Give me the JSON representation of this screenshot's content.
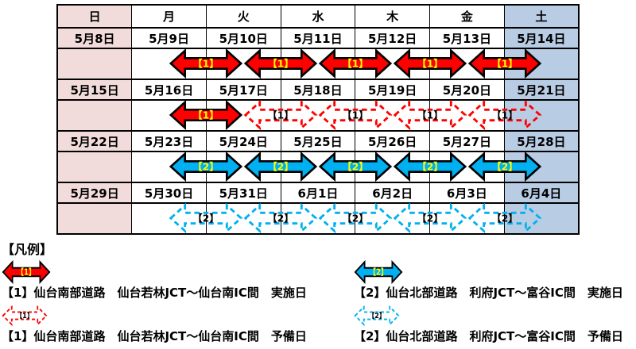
{
  "chart_data": {
    "type": "table",
    "day_headers": [
      "日",
      "月",
      "火",
      "水",
      "木",
      "金",
      "土"
    ],
    "weeks": [
      {
        "dates": [
          "5月8日",
          "5月9日",
          "5月10日",
          "5月11日",
          "5月12日",
          "5月13日",
          "5月14日"
        ],
        "arrows": [
          {
            "style": "solid",
            "color_name": "red",
            "label": "【1】",
            "boundary_cols": [
              2,
              3,
              4,
              5,
              6
            ]
          }
        ]
      },
      {
        "dates": [
          "5月15日",
          "5月16日",
          "5月17日",
          "5月18日",
          "5月19日",
          "5月20日",
          "5月21日"
        ],
        "arrows": [
          {
            "style": "solid",
            "color_name": "red",
            "label": "【1】",
            "boundary_cols": [
              2
            ]
          },
          {
            "style": "dashed",
            "color_name": "red",
            "label": "【1】",
            "boundary_cols": [
              3,
              4,
              5,
              6
            ]
          }
        ]
      },
      {
        "dates": [
          "5月22日",
          "5月23日",
          "5月24日",
          "5月25日",
          "5月26日",
          "5月27日",
          "5月28日"
        ],
        "arrows": [
          {
            "style": "solid",
            "color_name": "blue",
            "label": "【2】",
            "boundary_cols": [
              2,
              3,
              4,
              5,
              6
            ]
          }
        ]
      },
      {
        "dates": [
          "5月29日",
          "5月30日",
          "5月31日",
          "6月1日",
          "6月2日",
          "6月3日",
          "6月4日"
        ],
        "arrows": [
          {
            "style": "dashed",
            "color_name": "blue",
            "label": "【2】",
            "boundary_cols": [
              2,
              3,
              4,
              5,
              6
            ]
          }
        ]
      }
    ]
  },
  "legend": {
    "title": "【凡例】",
    "items": [
      {
        "style": "solid",
        "color_name": "red",
        "label": "【1】",
        "text": "【1】仙台南部道路　仙台若林JCT～仙台南IC間　実施日"
      },
      {
        "style": "dashed",
        "color_name": "red",
        "label": "【1】",
        "text": "【1】仙台南部道路　仙台若林JCT～仙台南IC間　予備日"
      },
      {
        "style": "solid",
        "color_name": "blue",
        "label": "【2】",
        "text": "【2】仙台北部道路　利府JCT～富谷IC間　実施日"
      },
      {
        "style": "dashed",
        "color_name": "blue",
        "label": "【2】",
        "text": "【2】仙台北部道路　利府JCT～富谷IC間　予備日"
      }
    ]
  },
  "colors": {
    "sunday_bg": "#F2DCDB",
    "saturday_bg": "#B8CCE4",
    "weekday_bg": "#FFFFFF",
    "red_arrow": "#FF0000",
    "blue_arrow": "#00B0F0",
    "arrow_label_yellow": "#FFFF00",
    "border": "#000000"
  }
}
